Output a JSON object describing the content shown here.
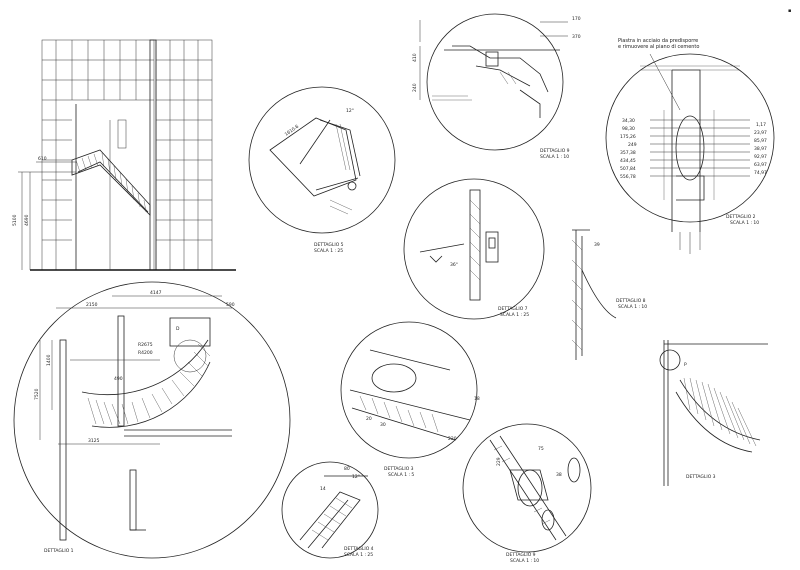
{
  "corner_mark": "▪",
  "elevation": {
    "dims": [
      "610",
      "5100",
      "4690"
    ]
  },
  "detail5": {
    "label": "DETTAGLIO 5",
    "scale": "SCALA 1 : 25",
    "dims": [
      "1610.6",
      "12°"
    ]
  },
  "detail_top": {
    "label": "DETTAGLIO 9",
    "scale": "SCALA 1 : 10",
    "dims": [
      "170",
      "370",
      "410",
      "240"
    ]
  },
  "detail2": {
    "label": "DETTAGLIO 2",
    "scale": "SCALA 1 : 10",
    "note_line1": "Piastra in acciaio da predisporre",
    "note_line2": "e rimuovere al piano di cemento",
    "left_dims": [
      "34,30",
      "98,30",
      "175,26",
      "249",
      "357,38",
      "434,45",
      "507,84",
      "556,78"
    ],
    "right_dims": [
      "1,17",
      "23,97",
      "85,97",
      "38,97",
      "92,97",
      "63,97",
      "74,97"
    ]
  },
  "detail7": {
    "label": "DETTAGLIO 7",
    "scale": "SCALA 1 : 25",
    "dims": [
      "36°"
    ]
  },
  "detail8": {
    "label": "DETTAGLIO 8",
    "scale": "SCALA 1 : 10",
    "dims": [
      "39"
    ]
  },
  "detail1": {
    "label": "DETTAGLIO 1",
    "dims": [
      "4147",
      "2150",
      "590",
      "1400",
      "7520",
      "3125",
      "R2675",
      "R4200",
      "490",
      "D"
    ]
  },
  "detail3": {
    "label": "DETTAGLIO 3",
    "scale": "SCALA 1 : 5",
    "dims": [
      "20",
      "30",
      "220",
      "18"
    ]
  },
  "detail4": {
    "label": "DETTAGLIO 4",
    "scale": "SCALA 1 : 25",
    "dims": [
      "80",
      "14",
      "12°"
    ]
  },
  "detail_bottom": {
    "label": "DETTAGLIO 9",
    "scale": "SCALA 1 : 10",
    "dims": [
      "75",
      "229",
      "38"
    ]
  },
  "detail_right": {
    "label": "DETTAGLIO 3",
    "marker": "P"
  }
}
